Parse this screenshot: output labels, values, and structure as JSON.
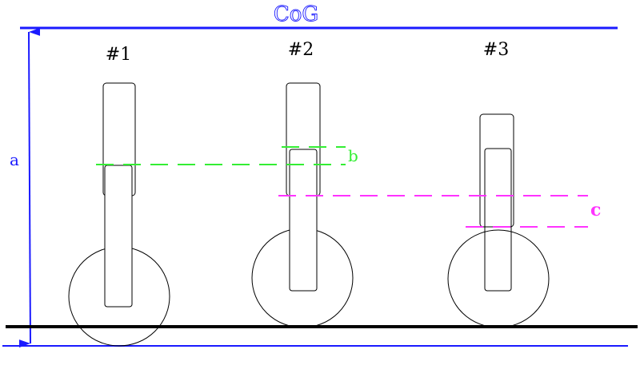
{
  "title": "CoG",
  "dimension_labels": {
    "a": "a",
    "b": "b",
    "c": "c"
  },
  "configurations": [
    {
      "label": "#1"
    },
    {
      "label": "#2"
    },
    {
      "label": "#3"
    }
  ],
  "colors": {
    "cog": "#1a1aff",
    "ground": "#000000",
    "b_line": "#33ee33",
    "c_line": "#ff33ff",
    "outline": "#000000"
  }
}
